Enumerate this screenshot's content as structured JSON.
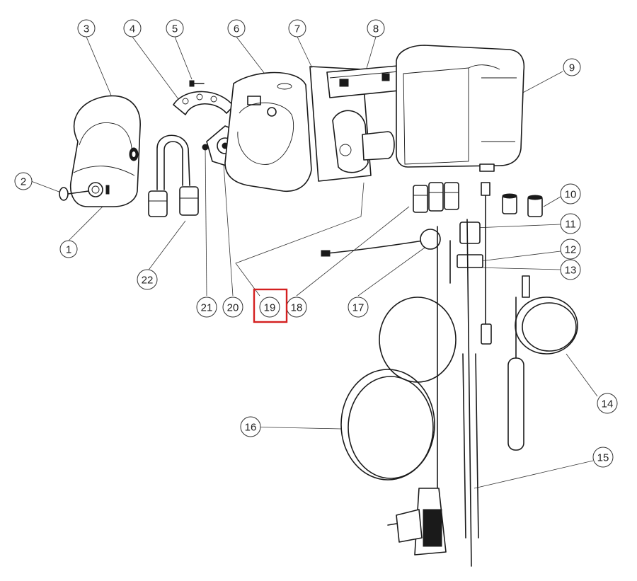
{
  "callouts": [
    {
      "id": "1",
      "label": "1"
    },
    {
      "id": "2",
      "label": "2"
    },
    {
      "id": "3",
      "label": "3"
    },
    {
      "id": "4",
      "label": "4"
    },
    {
      "id": "5",
      "label": "5"
    },
    {
      "id": "6",
      "label": "6"
    },
    {
      "id": "7",
      "label": "7"
    },
    {
      "id": "8",
      "label": "8"
    },
    {
      "id": "9",
      "label": "9"
    },
    {
      "id": "10",
      "label": "10"
    },
    {
      "id": "11",
      "label": "11"
    },
    {
      "id": "12",
      "label": "12"
    },
    {
      "id": "13",
      "label": "13"
    },
    {
      "id": "14",
      "label": "14"
    },
    {
      "id": "15",
      "label": "15"
    },
    {
      "id": "16",
      "label": "16"
    },
    {
      "id": "17",
      "label": "17"
    },
    {
      "id": "18",
      "label": "18"
    },
    {
      "id": "19",
      "label": "19"
    },
    {
      "id": "20",
      "label": "20"
    },
    {
      "id": "21",
      "label": "21"
    },
    {
      "id": "22",
      "label": "22"
    }
  ],
  "highlighted_callout": "19",
  "colors": {
    "highlight": "#d42020",
    "line": "#1a1a1a"
  }
}
